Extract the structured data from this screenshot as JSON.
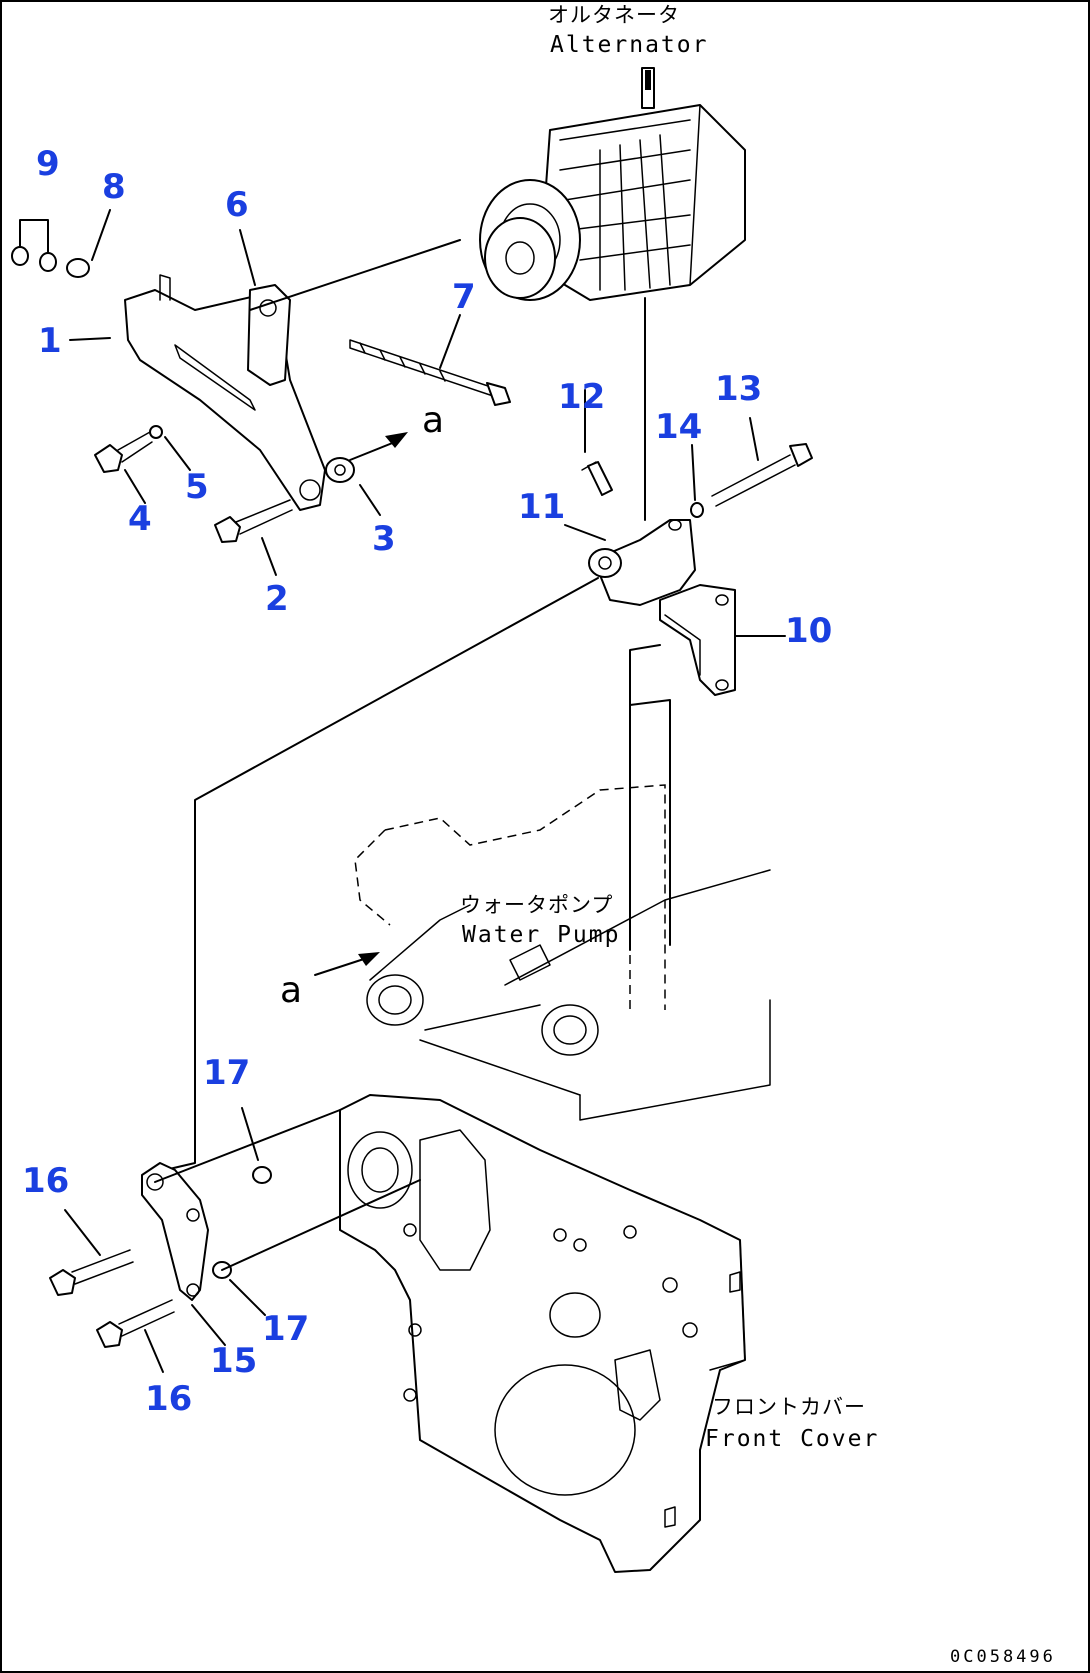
{
  "labels": {
    "alternator_jp": "オルタネータ",
    "alternator_en": "Alternator",
    "water_pump_jp": "ウォータポンプ",
    "water_pump_en": "Water Pump",
    "front_cover_jp": "フロントカバー",
    "front_cover_en": "Front Cover",
    "ref_a_top": "a",
    "ref_a_bottom": "a",
    "drawing_code": "0C058496"
  },
  "parts": [
    {
      "id": "part-1",
      "number": "1"
    },
    {
      "id": "part-2",
      "number": "2"
    },
    {
      "id": "part-3",
      "number": "3"
    },
    {
      "id": "part-4",
      "number": "4"
    },
    {
      "id": "part-5",
      "number": "5"
    },
    {
      "id": "part-6",
      "number": "6"
    },
    {
      "id": "part-7",
      "number": "7"
    },
    {
      "id": "part-8",
      "number": "8"
    },
    {
      "id": "part-9",
      "number": "9"
    },
    {
      "id": "part-10",
      "number": "10"
    },
    {
      "id": "part-11",
      "number": "11"
    },
    {
      "id": "part-12",
      "number": "12"
    },
    {
      "id": "part-13",
      "number": "13"
    },
    {
      "id": "part-14",
      "number": "14"
    },
    {
      "id": "part-15",
      "number": "15"
    },
    {
      "id": "part-16a",
      "number": "16"
    },
    {
      "id": "part-16b",
      "number": "16"
    },
    {
      "id": "part-17a",
      "number": "17"
    },
    {
      "id": "part-17b",
      "number": "17"
    }
  ],
  "colors": {
    "callout": "#1a3fe0",
    "line": "#000000",
    "background": "#ffffff"
  }
}
